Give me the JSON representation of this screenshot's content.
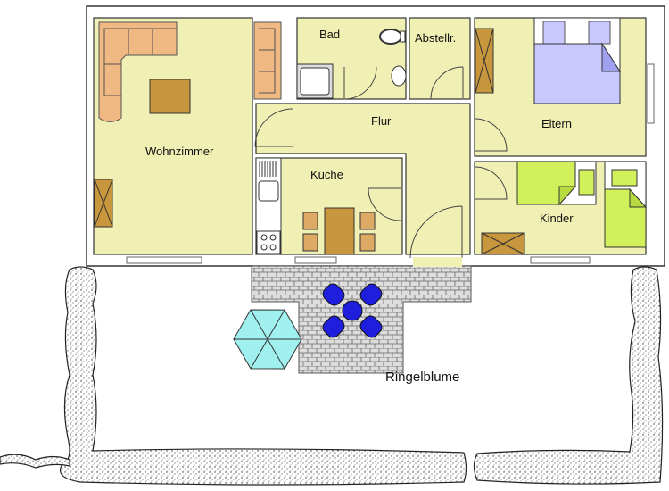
{
  "rooms": {
    "wohnzimmer": "Wohnzimmer",
    "bad": "Bad",
    "abstellraum": "Abstellr.",
    "flur": "Flur",
    "kueche": "Küche",
    "eltern": "Eltern",
    "kinder": "Kinder"
  },
  "garden": {
    "label": "Ringelblume"
  },
  "colors": {
    "room": "#f0f0b4",
    "sofa": "#f0b882",
    "wood": "#c8963c",
    "bed_parents": "#c8c8ff",
    "bed_kids": "#d2f05a",
    "umbrella": "#a0f0f0",
    "chairs": "#1e1edc"
  }
}
